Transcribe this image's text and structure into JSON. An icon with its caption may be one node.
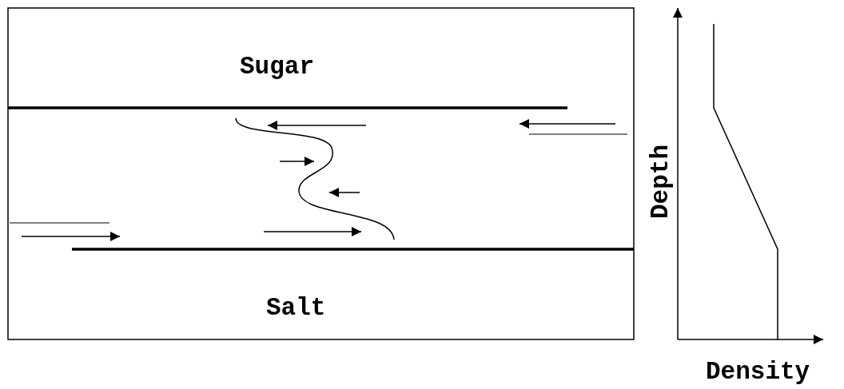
{
  "diagram": {
    "labels": [
      "Sugar",
      "Salt",
      "Depth",
      "Density"
    ]
  }
}
